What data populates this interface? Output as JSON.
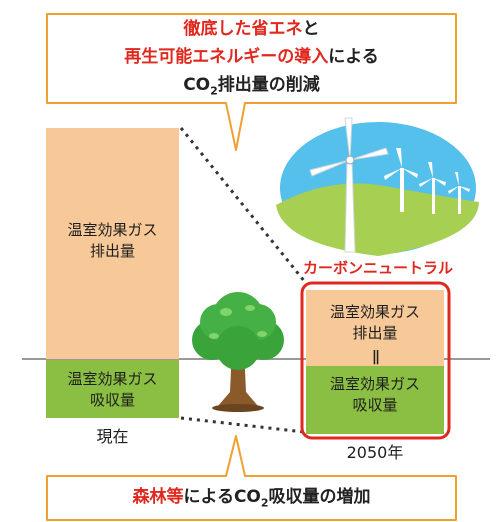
{
  "top_callout": {
    "line1_red": "徹底した省エネ",
    "line1_dark": "と",
    "line2_red": "再生可能エネルギーの導入",
    "line2_dark": "による",
    "line3_prefix": "CO",
    "line3_sub": "2",
    "line3_suffix": "排出量の削減"
  },
  "present": {
    "emission_label_1": "温室効果ガス",
    "emission_label_2": "排出量",
    "absorption_label_1": "温室効果ガス",
    "absorption_label_2": "吸収量",
    "caption": "現在"
  },
  "future": {
    "neutral_title": "カーボンニュートラル",
    "emission_label_1": "温室効果ガス",
    "emission_label_2": "排出量",
    "equals_sign": "||",
    "absorption_label_1": "温室効果ガス",
    "absorption_label_2": "吸収量",
    "caption": "2050年"
  },
  "bottom_callout": {
    "red": "森林等",
    "dark_prefix": "によるCO",
    "sub": "2",
    "dark_suffix": "吸収量の増加"
  },
  "colors": {
    "emission": "#f8c998",
    "absorption": "#8bbf43",
    "callout_border": "#f0a030",
    "highlight_border": "#e0281e",
    "baseline": "#999999"
  }
}
